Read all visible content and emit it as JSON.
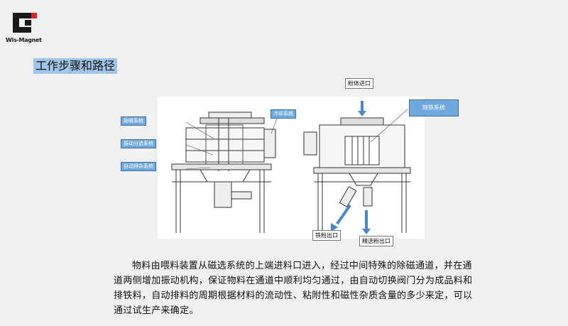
{
  "logo": {
    "text": "Wis-Magnet",
    "colors": {
      "dark": "#1a1a1a",
      "red": "#d62828"
    }
  },
  "title": "工作步骤和路径",
  "labels": {
    "excitation": "励磁系统",
    "vibration": "振动分选系统",
    "auto_discharge": "自动排杂系统",
    "cooling": "冷却系统",
    "powder_inlet": "粉体进口",
    "iron_removal": "除铁系统",
    "iron_powder_outlet": "铁粉出口",
    "refined_powder_outlet": "精选粉出口"
  },
  "description": "物料由喂料装置从磁选系统的上端进料口进入，经过中间特殊的除磁通道，并在通道两侧增加振动机构，保证物料在通道中顺利均匀通过，由自动切换阀门分为成品料和排铁料，自动排料的周期根据材料的流动性、粘附性和磁性杂质含量的多少来定，可以通过试生产来确定。",
  "colors": {
    "title_bg": "#9fc5e8",
    "callout": "#6fa8dc",
    "arrow": "#4a86c8"
  }
}
